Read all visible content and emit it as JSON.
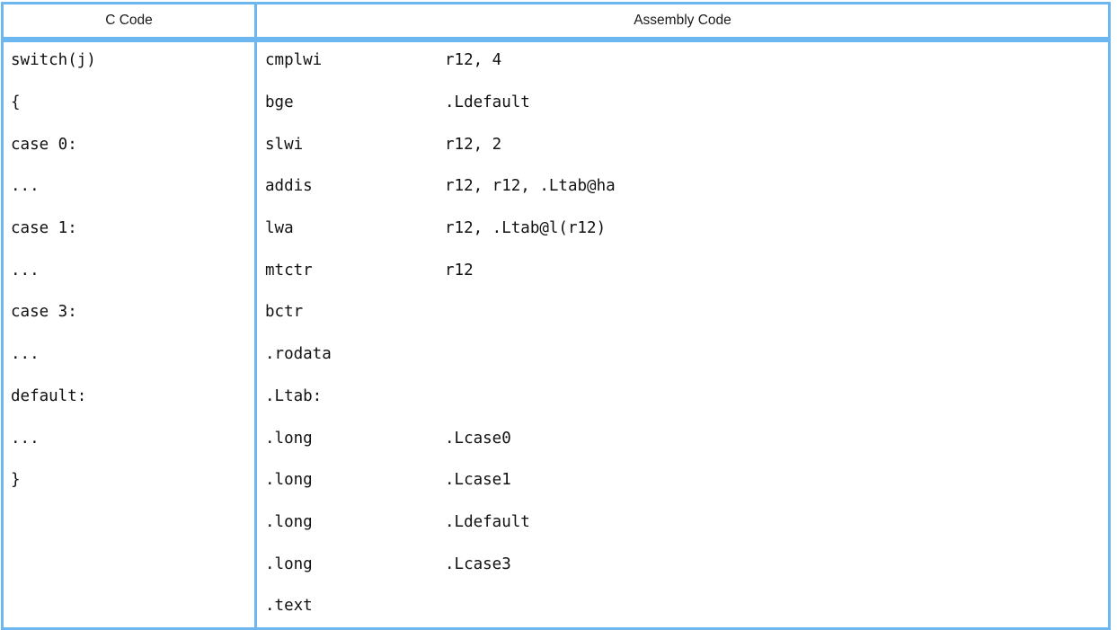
{
  "table": {
    "headers": {
      "c_code": "C Code",
      "assembly_code": "Assembly Code"
    },
    "accent_color": "#6CB7F0",
    "text_color": "#111111",
    "background_color": "#ffffff",
    "rows": [
      {
        "c": "switch(j)",
        "mnemonic": "cmplwi",
        "operand": "r12, 4"
      },
      {
        "c": "{",
        "mnemonic": "bge",
        "operand": ".Ldefault"
      },
      {
        "c": "case 0:",
        "mnemonic": "slwi",
        "operand": "r12, 2"
      },
      {
        "c": "...",
        "mnemonic": "addis",
        "operand": "r12, r12, .Ltab@ha"
      },
      {
        "c": "case 1:",
        "mnemonic": "lwa",
        "operand": "r12, .Ltab@l(r12)"
      },
      {
        "c": "...",
        "mnemonic": "mtctr",
        "operand": "r12"
      },
      {
        "c": "case 3:",
        "mnemonic": "bctr",
        "operand": ""
      },
      {
        "c": "...",
        "mnemonic": ".rodata",
        "operand": ""
      },
      {
        "c": "default:",
        "mnemonic": ".Ltab:",
        "operand": ""
      },
      {
        "c": "...",
        "mnemonic": ".long",
        "operand": ".Lcase0"
      },
      {
        "c": "}",
        "mnemonic": ".long",
        "operand": ".Lcase1"
      },
      {
        "c": "",
        "mnemonic": ".long",
        "operand": ".Ldefault"
      },
      {
        "c": "",
        "mnemonic": ".long",
        "operand": ".Lcase3"
      },
      {
        "c": "",
        "mnemonic": ".text",
        "operand": ""
      }
    ]
  }
}
